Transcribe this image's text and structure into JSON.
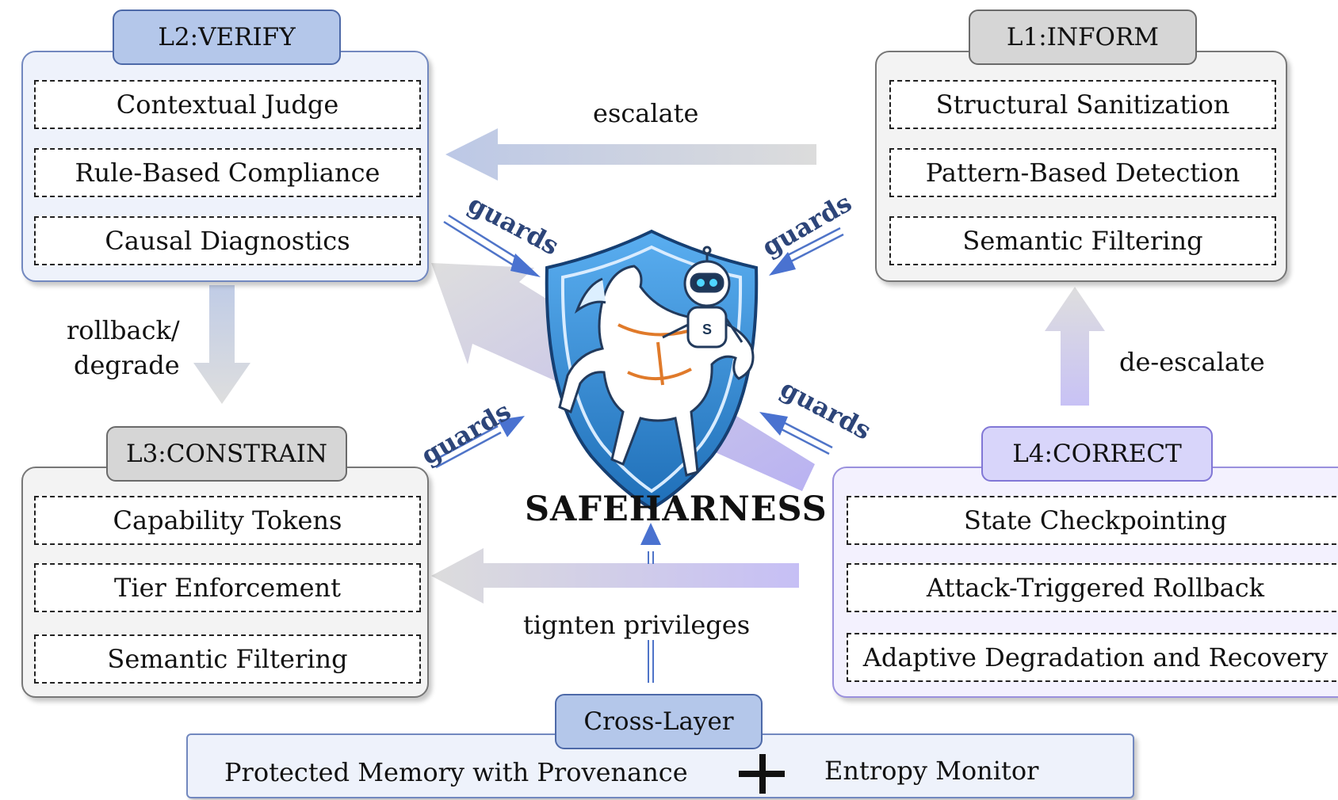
{
  "layers": {
    "l2": {
      "tag": "L2:VERIFY",
      "items": [
        "Contextual Judge",
        "Rule-Based Compliance",
        "Causal Diagnostics"
      ]
    },
    "l1": {
      "tag": "L1:INFORM",
      "items": [
        "Structural Sanitization",
        "Pattern-Based Detection",
        "Semantic Filtering"
      ]
    },
    "l3": {
      "tag": "L3:CONSTRAIN",
      "items": [
        "Capability Tokens",
        "Tier Enforcement",
        "Semantic Filtering"
      ]
    },
    "l4": {
      "tag": "L4:CORRECT",
      "items": [
        "State Checkpointing",
        "Attack-Triggered Rollback",
        "Adaptive Degradation and Recovery"
      ]
    }
  },
  "center": {
    "title": "SAFEHARNESS",
    "shield_badge": "S"
  },
  "arrows": {
    "escalate": "escalate",
    "rollback_line1": "rollback/",
    "rollback_line2": "degrade",
    "deescalate": "de-escalate",
    "tighten": "tignten privileges",
    "guards": "guards"
  },
  "cross_layer": {
    "tag": "Cross-Layer",
    "left": "Protected Memory with Provenance",
    "right": "Entropy Monitor"
  },
  "colors": {
    "blue_accent": "#4d69a8",
    "purple_accent": "#8177d6",
    "guards_text": "#2d4579",
    "shield_blue": "#3a8fd6"
  }
}
